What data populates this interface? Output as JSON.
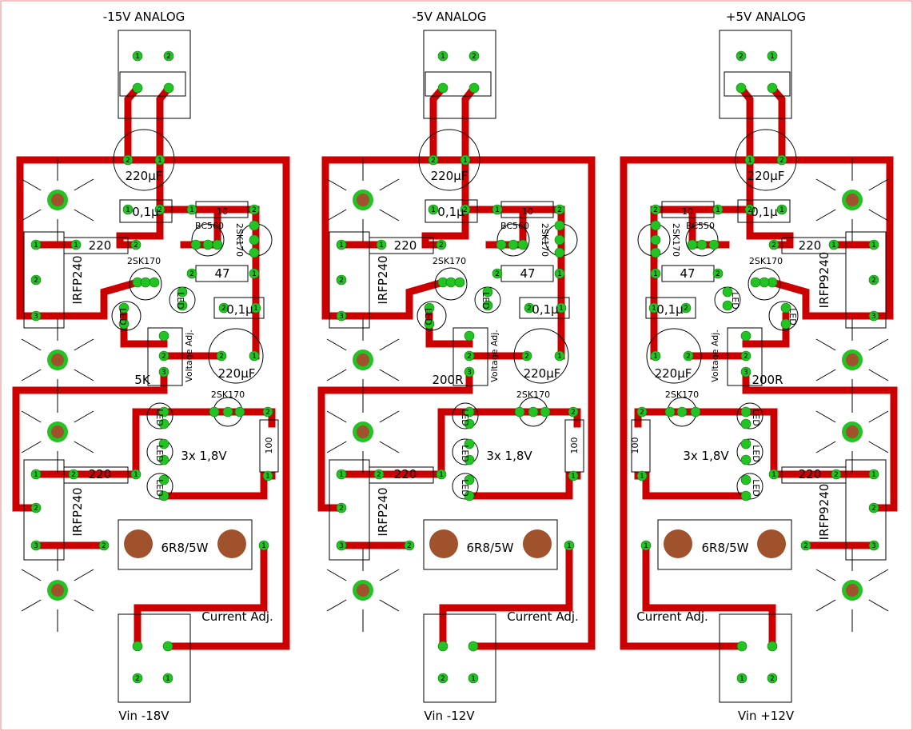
{
  "colors": {
    "trace": "#cc0000",
    "pad": "#22c322",
    "mount_hole": "#a0522d",
    "outline": "#000000",
    "frame": "#f08080"
  },
  "modules": [
    {
      "title": "-15V ANALOG",
      "input_label": "Vin -18V",
      "cap_big_top": "220µF",
      "cap_small_top": "0,1µ",
      "cap_small_mid": "0,1µ",
      "cap_big_mid": "220µF",
      "res_10": "10",
      "res_47": "47",
      "res_220_top": "220",
      "res_220_bottom": "220",
      "res_100": "100",
      "transistor": "BC560",
      "jfet_a": "2SK170",
      "jfet_b": "2SK170",
      "jfet_c": "2SK170",
      "mosfet_top": "IRFP240",
      "mosfet_bottom": "IRFP240",
      "trimmer_value": "5K",
      "trimmer_label": "Voltage Adj.",
      "led_label": "LED",
      "leds_note": "3x 1,8V",
      "power_res": "6R8/5W",
      "current_adj": "Current Adj."
    },
    {
      "title": "-5V ANALOG",
      "input_label": "Vin -12V",
      "cap_big_top": "220µF",
      "cap_small_top": "0,1µ",
      "cap_small_mid": "0,1µ",
      "cap_big_mid": "220µF",
      "res_10": "10",
      "res_47": "47",
      "res_220_top": "220",
      "res_220_bottom": "220",
      "res_100": "100",
      "transistor": "BC560",
      "jfet_a": "2SK170",
      "jfet_b": "2SK170",
      "jfet_c": "2SK170",
      "mosfet_top": "IRFP240",
      "mosfet_bottom": "IRFP240",
      "trimmer_value": "200R",
      "trimmer_label": "Voltage Adj.",
      "led_label": "LED",
      "leds_note": "3x 1,8V",
      "power_res": "6R8/5W",
      "current_adj": "Current Adj."
    },
    {
      "title": "+5V ANALOG",
      "input_label": "Vin +12V",
      "cap_big_top": "220µF",
      "cap_small_top": "0,1µ",
      "cap_small_mid": "0,1µ",
      "cap_big_mid": "220µF",
      "res_10": "10",
      "res_47": "47",
      "res_220_top": "220",
      "res_220_bottom": "220",
      "res_100": "100",
      "transistor": "BC550",
      "jfet_a": "2SK170",
      "jfet_b": "2SK170",
      "jfet_c": "2SK170",
      "mosfet_top": "IRFP9240",
      "mosfet_bottom": "IRFP9240",
      "trimmer_value": "200R",
      "trimmer_label": "Voltage Adj.",
      "led_label": "LED",
      "leds_note": "3x 1,8V",
      "power_res": "6R8/5W",
      "current_adj": "Current Adj."
    }
  ]
}
